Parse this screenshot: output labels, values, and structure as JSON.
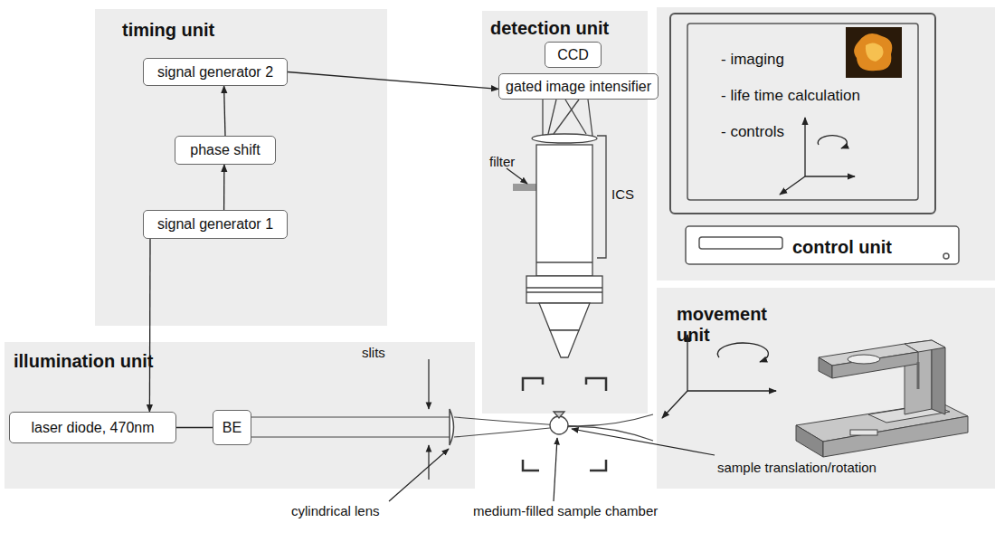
{
  "diagram": {
    "nodes": [
      {
        "text": [
          "timing unit"
        ]
      },
      {
        "text": [
          "signal generator 2"
        ],
        "in": 0
      },
      {
        "text": [
          "phase shift"
        ],
        "in": 0
      },
      {
        "text": [
          "signal generator 1"
        ],
        "in": 0
      },
      {
        "text": [
          "detection unit"
        ]
      },
      {
        "text": [
          "CCD"
        ],
        "in": 4
      },
      {
        "text": [
          "gated image intensifier"
        ],
        "in": 4
      },
      {
        "text": [
          "control unit"
        ]
      },
      {
        "text": [
          "- imaging",
          "- life time calculation",
          "- controls"
        ],
        "in": 7
      },
      {
        "text": [
          "movement unit"
        ]
      },
      {
        "text": [
          "illumination unit"
        ]
      },
      {
        "text": [
          "laser diode, 470nm"
        ],
        "in": 10
      },
      {
        "text": [
          "BE"
        ],
        "in": 10
      }
    ],
    "edges": [
      {
        "from": 3,
        "to": 2,
        "arrow": "to"
      },
      {
        "from": 2,
        "to": 1,
        "arrow": "to"
      },
      {
        "from": 1,
        "to": 6,
        "arrow": "to"
      },
      {
        "from": 3,
        "to": 11,
        "arrow": "to"
      },
      {
        "from": 11,
        "to": 12,
        "arrow": "none"
      }
    ],
    "labels": [
      "slits",
      "filter",
      "ICS",
      "cylindrical lens",
      "medium-filled sample chamber",
      "sample translation/rotation"
    ]
  }
}
